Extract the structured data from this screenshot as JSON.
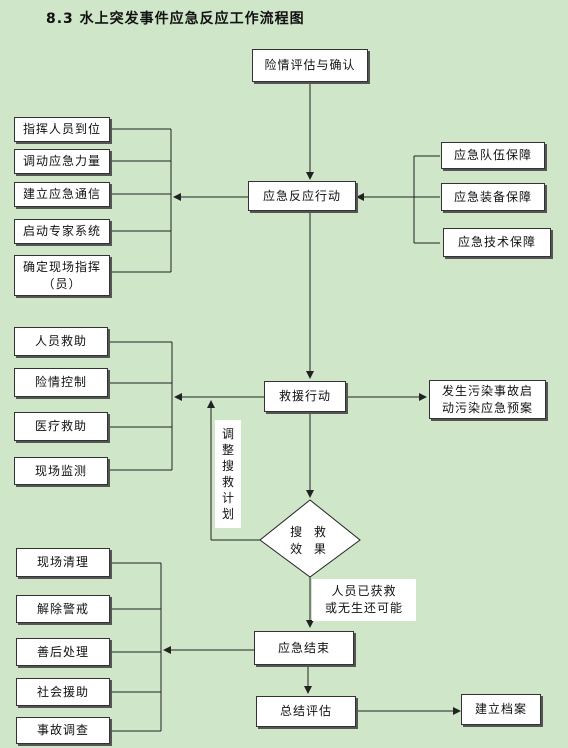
{
  "title": "8.3  水上突发事件应急反应工作流程图",
  "nodes": {
    "risk_assess": "险情评估与确认",
    "response_action": "应急反应行动",
    "rescue_action": "救援行动",
    "decision": "搜 救 效 果",
    "decision_line1": "搜  救",
    "decision_line2": "效  果",
    "emergency_end": "应急结束",
    "summary_eval": "总结评估",
    "archive": "建立档案",
    "pollution_plan": "发生污染事故启动污染应急预案"
  },
  "left_group_1": [
    "指挥人员到位",
    "调动应急力量",
    "建立应急通信",
    "启动专家系统",
    "确定现场指挥（员）"
  ],
  "right_group_1": [
    "应急队伍保障",
    "应急装备保障",
    "应急技术保障"
  ],
  "left_group_2": [
    "人员救助",
    "险情控制",
    "医疗救助",
    "现场监测"
  ],
  "left_group_3": [
    "现场清理",
    "解除警戒",
    "善后处理",
    "社会援助",
    "事故调查"
  ],
  "adjust_label": "调整搜救计划",
  "adjust_chars": [
    "调",
    "整",
    "搜",
    "救",
    "计",
    "划"
  ],
  "outcome_label": "人员已获救或无生还可能",
  "outcome_line1": "人员已获救",
  "outcome_line2": "或无生还可能"
}
